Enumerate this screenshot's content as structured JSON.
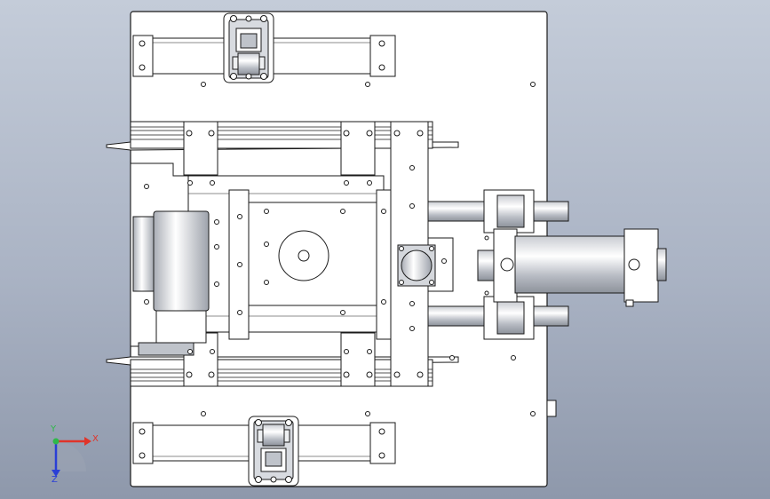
{
  "viewport": {
    "background_top": "#c4ccd9",
    "background_bottom": "#8e98ab",
    "part_color": "#ffffff",
    "edge_color": "#1a1a1a"
  },
  "triad": {
    "x_label": "X",
    "y_label": "Y",
    "z_label": "Z",
    "x_color": "#e0342a",
    "y_color": "#2fb84a",
    "z_color": "#2a3fd6"
  }
}
